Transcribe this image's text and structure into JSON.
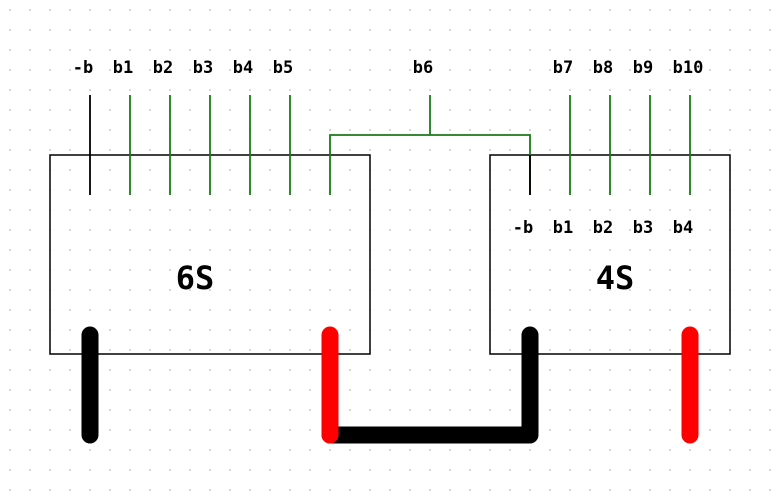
{
  "colors": {
    "background": "#ffffff",
    "grid_dot": "#b8b8b8",
    "pack_outline": "#000000",
    "balance_wire": "#1a7a1a",
    "negative_lead": "#000000",
    "positive_lead": "#ff0000"
  },
  "top_labels": {
    "neg": "-b",
    "b1": "b1",
    "b2": "b2",
    "b3": "b3",
    "b4": "b4",
    "b5": "b5",
    "b6": "b6",
    "b7": "b7",
    "b8": "b8",
    "b9": "b9",
    "b10": "b10"
  },
  "pack_6s": {
    "title": "6S"
  },
  "pack_4s": {
    "title": "4S",
    "inner_labels": {
      "neg": "-b",
      "b1": "b1",
      "b2": "b2",
      "b3": "b3",
      "b4": "b4"
    }
  }
}
